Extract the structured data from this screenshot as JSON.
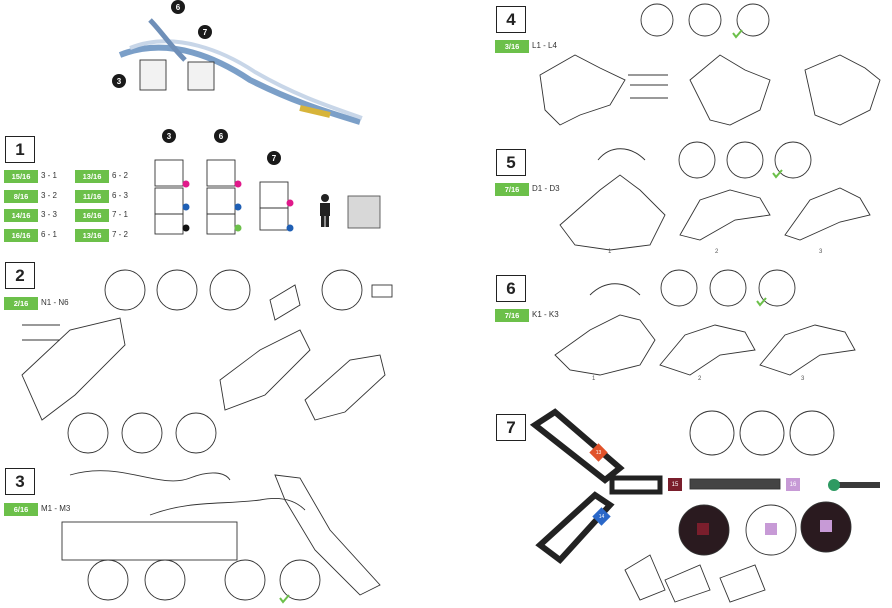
{
  "hero": {
    "callouts": [
      "6",
      "7",
      "3"
    ]
  },
  "steps": [
    {
      "num": "1",
      "rows": [
        [
          "15/16",
          "3 - 1",
          "13/16",
          "6 - 2"
        ],
        [
          "8/16",
          "3 - 2",
          "11/16",
          "6 - 3"
        ],
        [
          "14/16",
          "3 - 3",
          "16/16",
          "7 - 1"
        ],
        [
          "16/16",
          "6 - 1",
          "13/16",
          "7 - 2"
        ]
      ],
      "tower_callouts": [
        "3",
        "6",
        "7"
      ]
    },
    {
      "num": "2",
      "tag": "2/16",
      "label": "N1 - N6"
    },
    {
      "num": "3",
      "tag": "6/16",
      "label": "M1 - M3"
    },
    {
      "num": "4",
      "tag": "3/16",
      "label": "L1 - L4"
    },
    {
      "num": "5",
      "tag": "7/16",
      "label": "D1 - D3",
      "subs": [
        "1",
        "2",
        "3"
      ]
    },
    {
      "num": "6",
      "tag": "7/16",
      "label": "K1 - K3",
      "subs": [
        "1",
        "2",
        "3"
      ]
    },
    {
      "num": "7",
      "badges": [
        "13",
        "15",
        "16",
        "14"
      ]
    }
  ],
  "colors": {
    "tag_green": "#6cc04a",
    "dot_pink": "#e0198a",
    "dot_blue": "#1f5fb4",
    "dot_black": "#111111",
    "dot_green": "#6cc04a",
    "badge_orange": "#e0522a",
    "badge_blue": "#2a67c8",
    "badge_maroon": "#7a1e2c",
    "badge_lilac": "#c79ad6"
  }
}
